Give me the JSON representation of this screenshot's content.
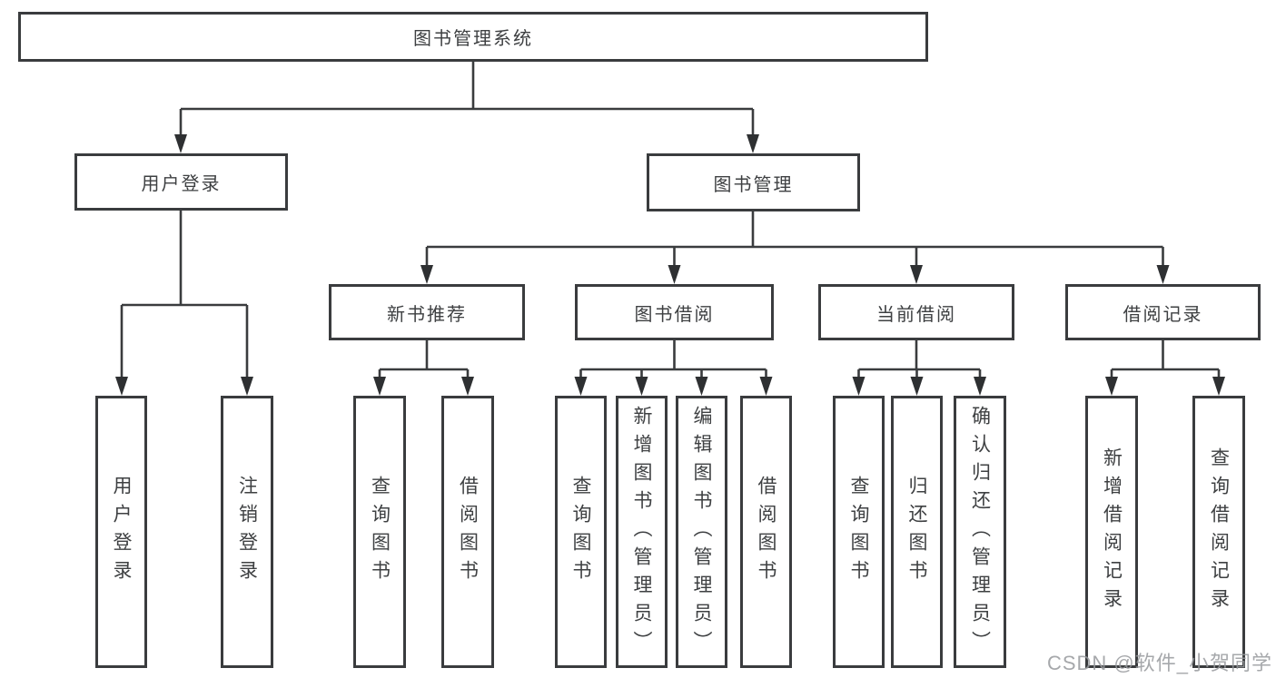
{
  "diagram": {
    "root": "图书管理系统",
    "branches": [
      {
        "label": "用户登录",
        "children": [
          "用户登录",
          "注销登录"
        ]
      },
      {
        "label": "图书管理",
        "sections": [
          {
            "label": "新书推荐",
            "children": [
              "查询图书",
              "借阅图书"
            ]
          },
          {
            "label": "图书借阅",
            "children": [
              "查询图书",
              "新增图书（管理员）",
              "编辑图书（管理员）",
              "借阅图书"
            ]
          },
          {
            "label": "当前借阅",
            "children": [
              "查询图书",
              "归还图书",
              "确认归还（管理员）"
            ]
          },
          {
            "label": "借阅记录",
            "children": [
              "新增借阅记录",
              "查询借阅记录"
            ]
          }
        ]
      }
    ]
  },
  "colors": {
    "line": "#3a3c3e",
    "text": "#3e4042",
    "watermark": "#b7babc"
  },
  "watermark": "CSDN @软件_小贺同学"
}
